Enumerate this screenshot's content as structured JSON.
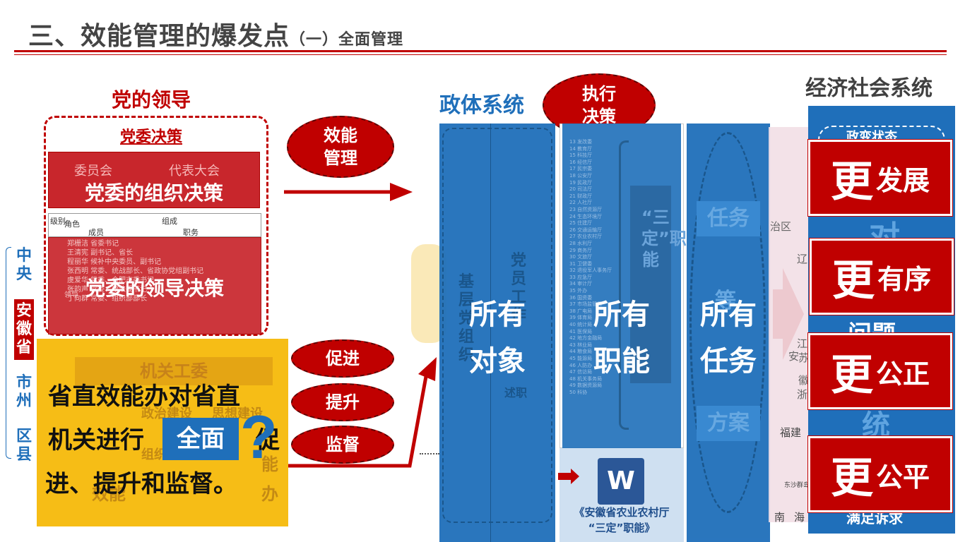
{
  "header": {
    "title_main": "三、效能管理的爆发点",
    "title_paren": "（一）",
    "title_sub": "全面管理"
  },
  "left": {
    "party_leadership": "党的领导",
    "party_committee_decision": "党委决策",
    "org_decision_top_labels": [
      "委员会",
      "代表大会"
    ],
    "org_decision": "党委的组织决策",
    "leadership_decision": "党委的领导决策",
    "table_headers": [
      "级别",
      "角色",
      "成员",
      "组成",
      "职务"
    ],
    "table_rows": [
      "郑栅洁  省委书记",
      "王清宪  副书记、省长",
      "程丽华  候补中央委员、副书记",
      "张西明  常委、统战部长、省政协党组副书记",
      "虞爱华  常委、合肥市委书记",
      "张韵声  常委、政法委书记",
      "丁向群  常委、组织部部长",
      "领导"
    ],
    "levels": [
      {
        "text": "中央"
      },
      {
        "text": "安徽省"
      },
      {
        "text": "市州"
      },
      {
        "text": "区县"
      }
    ],
    "faded_labels": [
      "机关工委",
      "政治建设",
      "思想建设",
      "组织",
      "效能",
      "能",
      "办"
    ]
  },
  "statement": {
    "text_line1": "省直效能办对省直",
    "text_line2": "机关进行",
    "text_line2_tail": "促",
    "text_line3": "进、提升和监督。",
    "highlight": "全面",
    "question": "?"
  },
  "actions": {
    "effectiveness_mgmt": "效能管理",
    "promote": "促进",
    "improve": "提升",
    "supervise": "监督",
    "execute_decision": "执行决策"
  },
  "middle": {
    "political_system": "政体系统",
    "col1_vertical_a": "基层党组织",
    "col1_vertical_b": "党员工作",
    "col1_small": "述职",
    "col1_big": "所有对象",
    "col2_big": "所有职能",
    "col2_vertical": "“三定”职能",
    "col3_big": "所有任务",
    "col3_labels": [
      "任务",
      "等",
      "方案"
    ],
    "caption_line1": "《安徽省农业农村厅",
    "caption_line2": "“三定”职能》",
    "doc_icon_letter": "W",
    "list_rows": [
      "13 发改委",
      "14 教育厅",
      "15 科技厅",
      "16 经信厅",
      "17 民宗委",
      "18 公安厅",
      "19 民政厅",
      "20 司法厅",
      "21 财政厅",
      "22 人社厅",
      "23 自然资源厅",
      "24 生态环境厅",
      "25 住建厅",
      "26 交通运输厅",
      "27 农业农村厅",
      "28 水利厅",
      "29 商务厅",
      "30 文旅厅",
      "31 卫健委",
      "32 退役军人事务厅",
      "33 应急厅",
      "34 审计厅",
      "35 外办",
      "36 国资委",
      "37 市场监管局",
      "38 广电局",
      "39 体育局",
      "40 统计局",
      "41 医保局",
      "42 地方金融局",
      "43 林业局",
      "44 粮食局",
      "45 能源局",
      "46 人防办",
      "47 信访局",
      "48 机关事务局",
      "49 数据资源局",
      "50 科协"
    ]
  },
  "right": {
    "economic_social_system": "经济社会系统",
    "faded_labels": [
      "政变状态",
      "对",
      "问题",
      "统",
      "满足诉求"
    ],
    "map_labels": [
      "治区",
      "辽",
      "安",
      "徽",
      "江",
      "苏",
      "浙",
      "福建",
      "南",
      "海",
      "东沙群岛"
    ],
    "more": [
      {
        "big": "更",
        "small": "发展"
      },
      {
        "big": "更",
        "small": "有序"
      },
      {
        "big": "更",
        "small": "公正"
      },
      {
        "big": "更",
        "small": "公平"
      }
    ]
  },
  "colors": {
    "red": "#c00000",
    "blue": "#1f6fba",
    "yellow": "#f6bd16"
  }
}
